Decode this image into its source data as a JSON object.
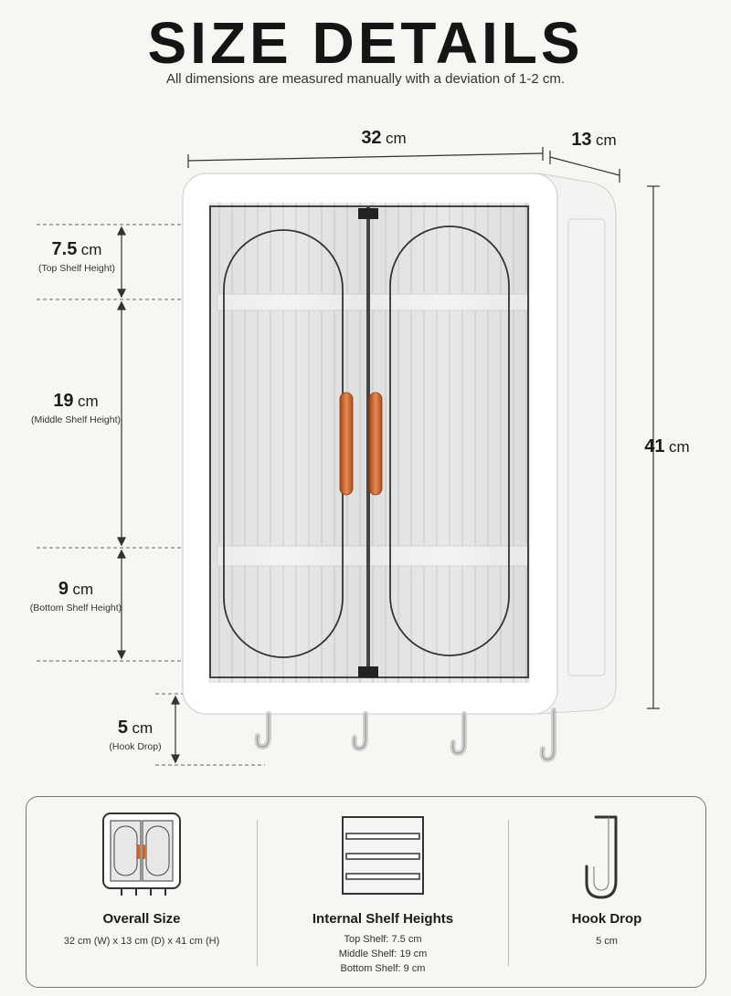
{
  "header": {
    "title": "SIZE DETAILS",
    "subtitle": "All dimensions are measured manually with a deviation of 1-2 cm."
  },
  "dimensions": {
    "width": {
      "value": "32",
      "unit": "cm"
    },
    "depth": {
      "value": "13",
      "unit": "cm"
    },
    "height": {
      "value": "41",
      "unit": "cm"
    },
    "top_shelf": {
      "value": "7.5",
      "unit": "cm",
      "label": "(Top Shelf Height)"
    },
    "middle_shelf": {
      "value": "19",
      "unit": "cm",
      "label": "(Middle Shelf Height)"
    },
    "bottom_shelf": {
      "value": "9",
      "unit": "cm",
      "label": "(Bottom Shelf Height)"
    },
    "hook_drop": {
      "value": "5",
      "unit": "cm",
      "label": "(Hook Drop)"
    }
  },
  "summary": {
    "overall": {
      "title": "Overall Size",
      "text": "32 cm (W) x 13 cm (D) x 41 cm (H)"
    },
    "shelves": {
      "title": "Internal Shelf Heights",
      "lines": [
        "Top Shelf: 7.5 cm",
        "Middle Shelf: 19 cm",
        "Bottom Shelf: 9 cm"
      ]
    },
    "hook": {
      "title": "Hook Drop",
      "text": "5 cm"
    }
  },
  "colors": {
    "background": "#f7f6f2",
    "cabinet_white": "#ffffff",
    "handle": "#c9652b",
    "glass": "#d9d9d9"
  },
  "icons": [
    "cabinet-icon",
    "shelves-icon",
    "hook-icon"
  ]
}
